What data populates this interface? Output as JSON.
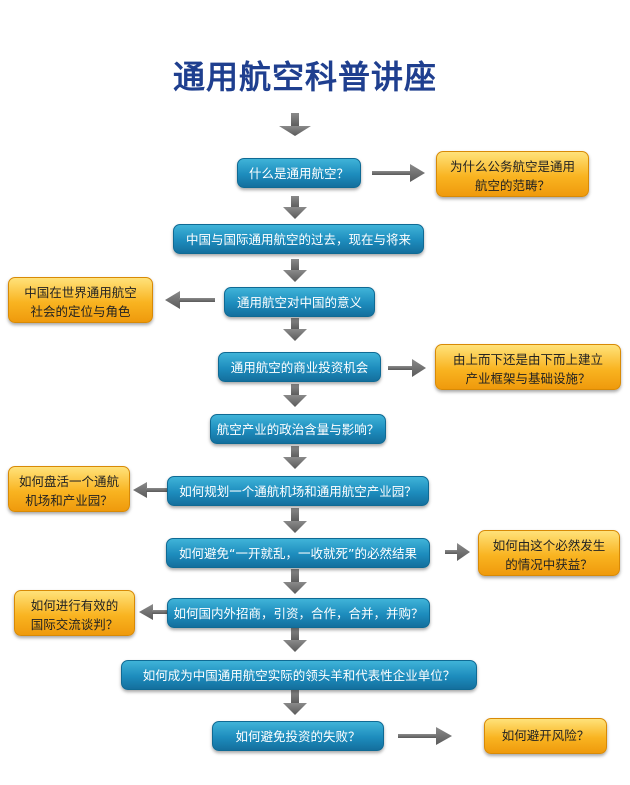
{
  "title": "通用航空科普讲座",
  "main_steps": [
    "什么是通用航空？",
    "中国与国际通用航空的过去，现在与将来",
    "通用航空对中国的意义",
    "通用航空的商业投资机会",
    "航空产业的政治含量与影响？",
    "如何规划一个通航机场和通用航空产业园？",
    "如何避免“一开就乱，一收就死”的必然结果",
    "如何国内外招商，引资，合作，合并，并购？",
    "如何成为中国通用航空实际的领头羊和代表性企业单位？",
    "如何避免投资的失败？"
  ],
  "side_notes": {
    "note_1": {
      "line1": "为什么公务航空是通用",
      "line2": "航空的范畴？"
    },
    "note_2": {
      "line1": "中国在世界通用航空",
      "line2": "社会的定位与角色"
    },
    "note_3": {
      "line1": "由上而下还是由下而上建立",
      "line2": "产业框架与基础设施？"
    },
    "note_4": {
      "line1": "如何盘活一个通航",
      "line2": "机场和产业园？"
    },
    "note_5": {
      "line1": "如何由这个必然发生",
      "line2": "的情况中获益？"
    },
    "note_6": {
      "line1": "如何进行有效的",
      "line2": "国际交流谈判？"
    },
    "note_7": {
      "line1": "如何避开风险？"
    }
  },
  "colors": {
    "title": "#1f3f8f",
    "main_box": "#1d8cbd",
    "side_box": "#f9b421",
    "arrow": "#6b6b6b"
  }
}
